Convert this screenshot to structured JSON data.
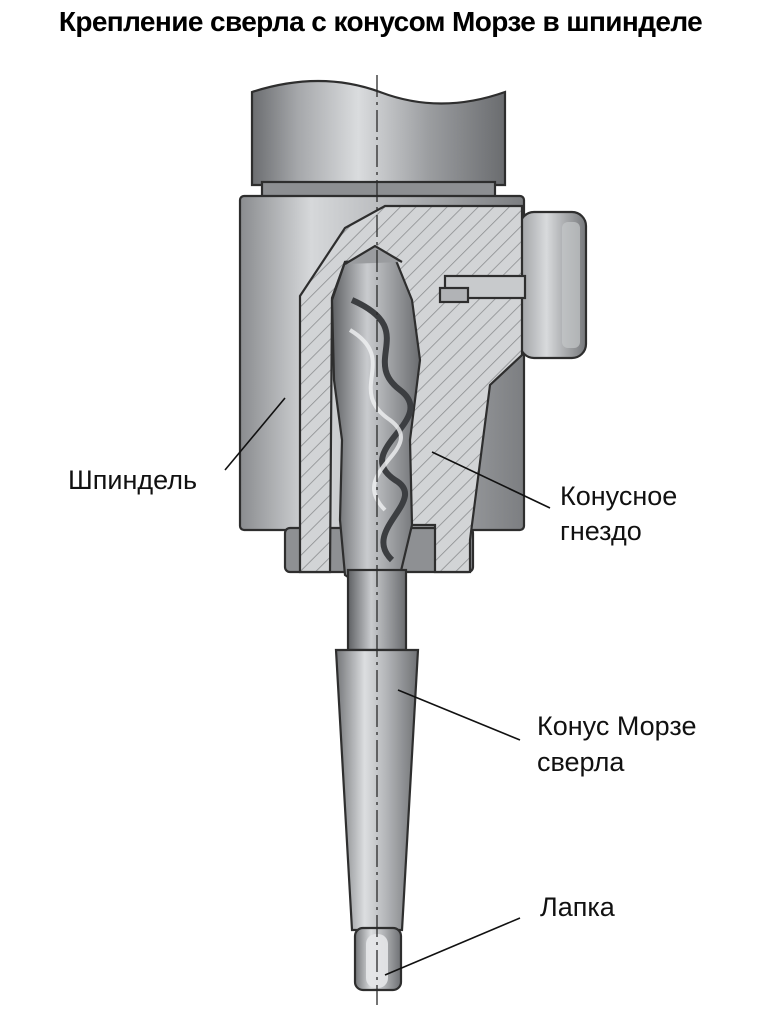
{
  "title": "Крепление сверла с конусом Морзе в шпинделе",
  "labels": {
    "spindle": "Шпиндель",
    "socket_line1": "Конусное",
    "socket_line2": "гнездо",
    "morse_line1": "Конус Морзе",
    "morse_line2": "сверла",
    "tang": "Лапка"
  },
  "colors": {
    "metal_dark": "#6e7072",
    "metal_light": "#d4d6d8",
    "hatch": "#8c8e90",
    "outline": "#2e2e2e"
  }
}
